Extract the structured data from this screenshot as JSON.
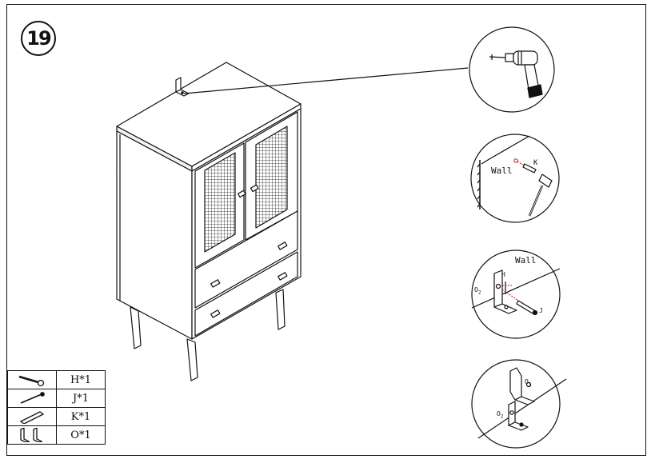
{
  "step": {
    "number": "19"
  },
  "parts": [
    {
      "icon": "screw-icon",
      "label": "H*1"
    },
    {
      "icon": "long-screw-icon",
      "label": "J*1"
    },
    {
      "icon": "wall-anchor-icon",
      "label": "K*1"
    },
    {
      "icon": "l-bracket-icon",
      "label": "O*1"
    }
  ],
  "callouts": {
    "wall_label_1": "Wall",
    "anchor_label": "K",
    "wall_label_2": "Wall",
    "screw_h_label": "H",
    "screw_j_label": "J",
    "bracket_o2_label_a": "O",
    "bracket_o2_sub_a": "2",
    "bracket_o1_label": "O",
    "bracket_o1_sub": "1",
    "bracket_o2_label_b": "O",
    "bracket_o2_sub_b": "2"
  }
}
